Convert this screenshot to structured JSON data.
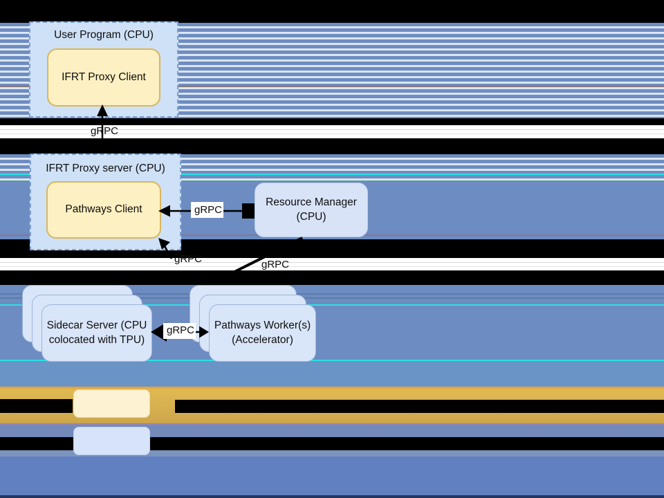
{
  "diagram": {
    "nodes": {
      "user_program": {
        "label": "User Program (CPU)"
      },
      "ifrt_proxy_client": {
        "label": "IFRT Proxy Client"
      },
      "ifrt_proxy_server": {
        "label": "IFRT Proxy server (CPU)"
      },
      "pathways_client": {
        "label": "Pathways Client"
      },
      "resource_manager": {
        "label_line1": "Resource Manager",
        "label_line2": "(CPU)"
      },
      "sidecar_server": {
        "label_line1": "Sidecar Server (CPU",
        "label_line2": "colocated with TPU)"
      },
      "pathways_workers": {
        "label_line1": "Pathways Worker(s)",
        "label_line2": "(Accelerator)"
      }
    },
    "edges": [
      {
        "id": "proxy-server-to-proxy-client",
        "label": "gRPC"
      },
      {
        "id": "resource-manager-to-pathways-client",
        "label": "gRPC"
      },
      {
        "id": "workers-to-pathways-client",
        "label": "gRPC"
      },
      {
        "id": "resource-manager-to-workers",
        "label": "gRPC"
      },
      {
        "id": "sidecar-to-workers",
        "label": "gRPC"
      }
    ],
    "legend": {
      "items": [
        {
          "name": "yellow-swatch",
          "color": "#fdf3d2",
          "label": ""
        },
        {
          "name": "blue-swatch",
          "color": "#d7e3f8",
          "label": ""
        }
      ]
    },
    "colors": {
      "steel_blue_band": "#6d8cc1",
      "stripe_light": "#dbe5f3",
      "stripe_blue": "#6e8dc1",
      "gold_band": "#d9b250",
      "orange_line": "#e8a43c",
      "cyan_glitch": "#28e2e6",
      "box_yellow_fill": "#fdf0c2",
      "box_yellow_border": "#d9b65c",
      "box_blue_fill": "#d9e5f8",
      "dashed_fill": "#cfe1f6",
      "dashed_border": "#7e9ed2",
      "bottom_blue": "#6080c2"
    }
  }
}
